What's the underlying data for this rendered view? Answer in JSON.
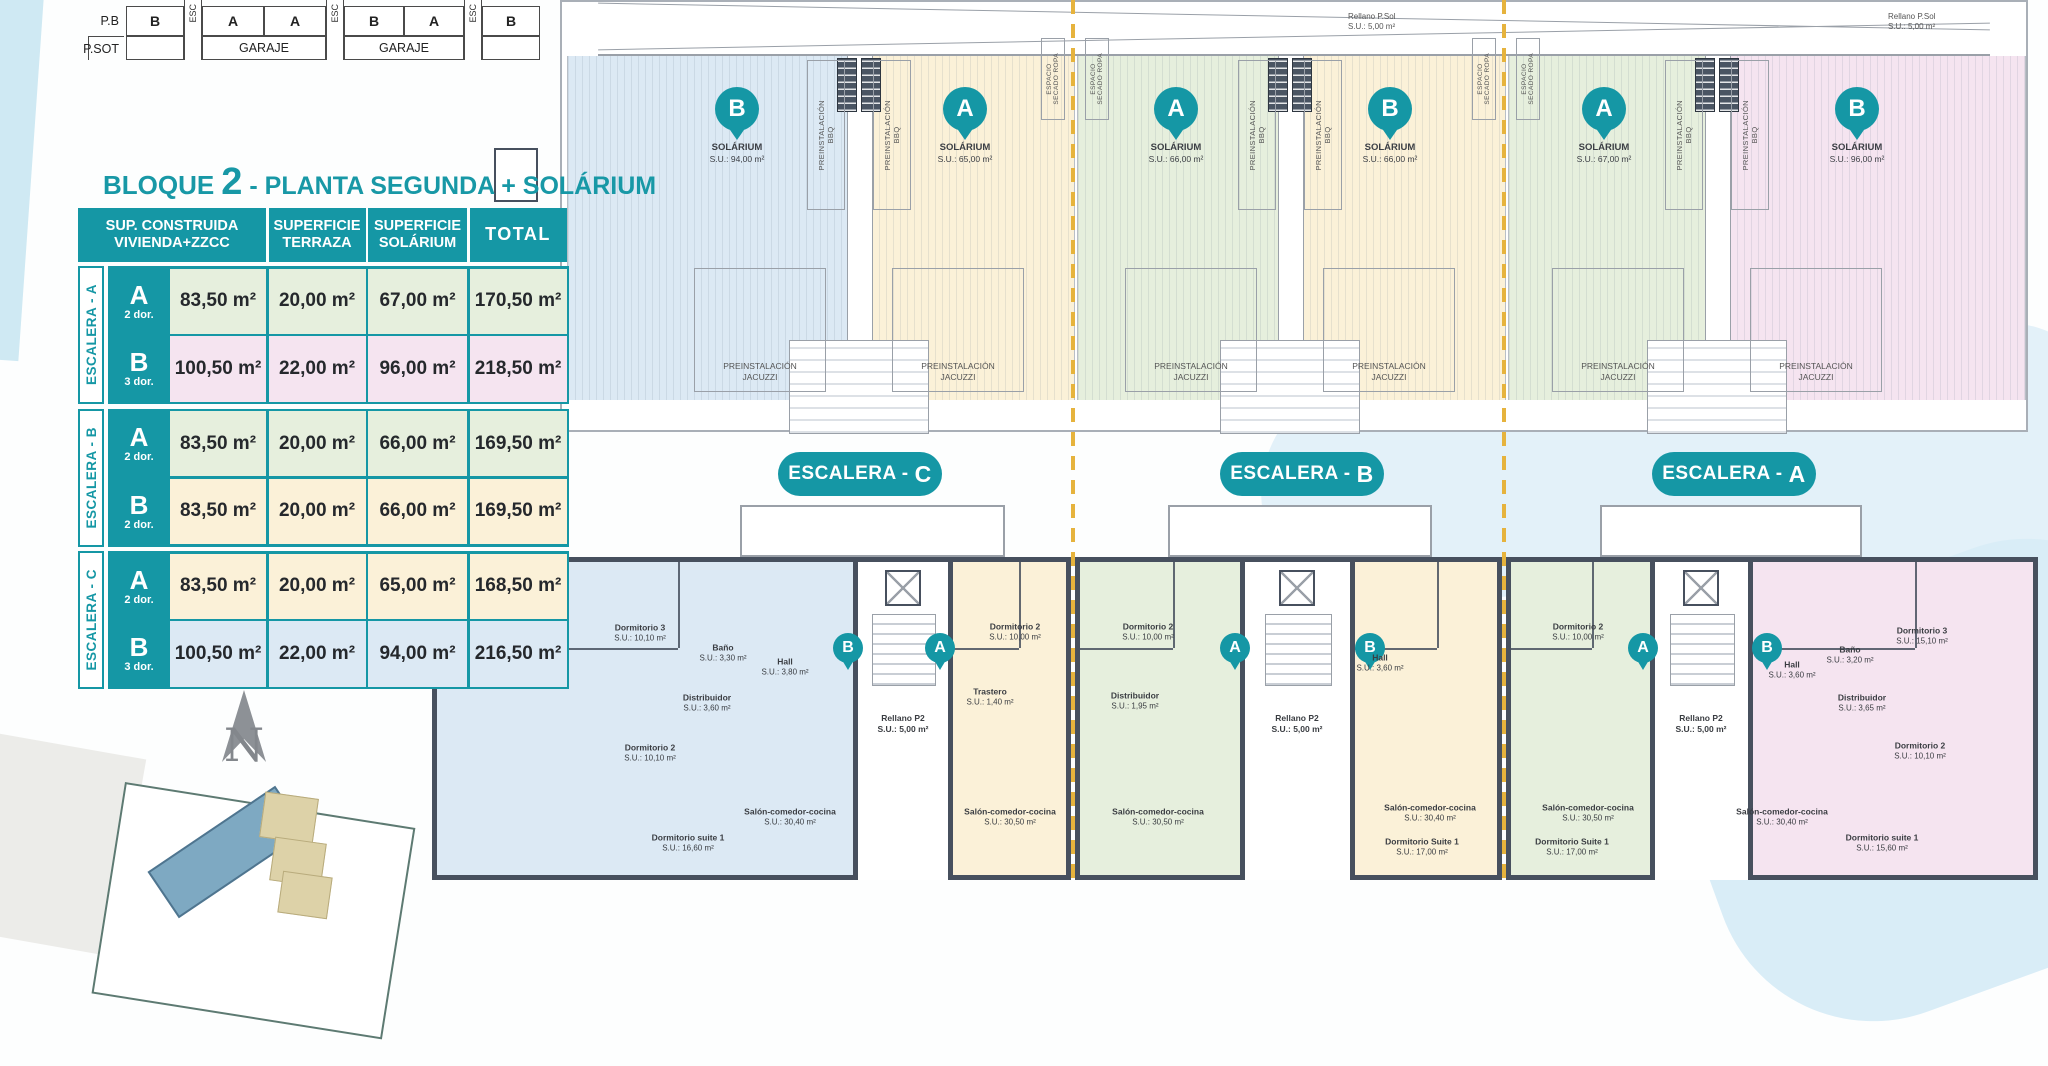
{
  "colors": {
    "teal": "#1597a5",
    "wall": "#47505e",
    "joint_dash": "#e6b33d",
    "zone_blue": "#dce9f4",
    "zone_cream": "#fbf1d8",
    "zone_green": "#e6efdd",
    "zone_pink": "#f5e4f0"
  },
  "top_schematic": {
    "row_labels": [
      "P.B",
      "P.SOT"
    ],
    "pb_cells": [
      "B",
      "A",
      "A",
      "B",
      "A",
      "B"
    ],
    "esc": "ESC",
    "garaje": "GARAJE"
  },
  "areas_table": {
    "title": {
      "prefix": "BLOQUE",
      "number": "2",
      "suffix": "- PLANTA SEGUNDA + SOLÁRIUM"
    },
    "headers": [
      "SUP. CONSTRUIDA\nVIVIENDA+ZZCC",
      "SUPERFICIE\nTERRAZA",
      "SUPERFICIE\nSOLÁRIUM",
      "TOTAL"
    ],
    "groups": [
      {
        "name": "ESCALERA - A",
        "rows": [
          {
            "unit": "A",
            "dorms": "2 dor.",
            "values": [
              "83,50 m²",
              "20,00 m²",
              "67,00 m²",
              "170,50 m²"
            ]
          },
          {
            "unit": "B",
            "dorms": "3 dor.",
            "values": [
              "100,50 m²",
              "22,00 m²",
              "96,00 m²",
              "218,50 m²"
            ]
          }
        ]
      },
      {
        "name": "ESCALERA - B",
        "rows": [
          {
            "unit": "A",
            "dorms": "2 dor.",
            "values": [
              "83,50 m²",
              "20,00 m²",
              "66,00 m²",
              "169,50 m²"
            ]
          },
          {
            "unit": "B",
            "dorms": "2 dor.",
            "values": [
              "83,50 m²",
              "20,00 m²",
              "66,00 m²",
              "169,50 m²"
            ]
          }
        ]
      },
      {
        "name": "ESCALERA - C",
        "rows": [
          {
            "unit": "A",
            "dorms": "2 dor.",
            "values": [
              "83,50 m²",
              "20,00 m²",
              "65,00 m²",
              "168,50 m²"
            ]
          },
          {
            "unit": "B",
            "dorms": "3 dor.",
            "values": [
              "100,50 m²",
              "22,00 m²",
              "94,00 m²",
              "216,50 m²"
            ]
          }
        ]
      }
    ]
  },
  "compass": {
    "letter": "N"
  },
  "solarium_plan": {
    "zones": [
      {
        "unit": "B",
        "label": "SOLÁRIUM",
        "area": "S.U.: 94,00 m²"
      },
      {
        "unit": "A",
        "label": "SOLÁRIUM",
        "area": "S.U.: 65,00 m²"
      },
      {
        "unit": "A",
        "label": "SOLÁRIUM",
        "area": "S.U.: 66,00 m²"
      },
      {
        "unit": "B",
        "label": "SOLÁRIUM",
        "area": "S.U.: 66,00 m²"
      },
      {
        "unit": "A",
        "label": "SOLÁRIUM",
        "area": "S.U.: 67,00 m²"
      },
      {
        "unit": "B",
        "label": "SOLÁRIUM",
        "area": "S.U.: 96,00 m²"
      }
    ],
    "bbq_label": "PREINSTALACIÓN\nBBQ",
    "jacuzzi_label": "PREINSTALACIÓN\nJACUZZI",
    "secado_label": "ESPACIO\nSECADO ROPA",
    "rellano_sol": "Rellano P.Sol\nS.U.: 5,00 m²"
  },
  "floor_plan": {
    "pills": [
      {
        "text": "ESCALERA -",
        "letter": "C"
      },
      {
        "text": "ESCALERA -",
        "letter": "B"
      },
      {
        "text": "ESCALERA -",
        "letter": "A"
      }
    ],
    "rellano": "Rellano P2\nS.U.: 5,00 m²",
    "stairs": [
      {
        "left_pin": "B",
        "right_pin": "A"
      },
      {
        "left_pin": "A",
        "right_pin": "B"
      },
      {
        "left_pin": "A",
        "right_pin": "B"
      }
    ],
    "apartments": [
      {
        "unit": "B",
        "rooms": [
          {
            "n": "Dormitorio 3",
            "a": "S.U.: 10,10 m²"
          },
          {
            "n": "Baño",
            "a": "S.U.: 3,30 m²"
          },
          {
            "n": "Hall",
            "a": "S.U.: 3,80 m²"
          },
          {
            "n": "Distribuidor",
            "a": "S.U.: 3,60 m²"
          },
          {
            "n": "Dormitorio 2",
            "a": "S.U.: 10,10 m²"
          },
          {
            "n": "Dormitorio suite 1",
            "a": "S.U.: 16,60 m²"
          },
          {
            "n": "Salón-comedor-cocina",
            "a": "S.U.: 30,40 m²"
          }
        ]
      },
      {
        "unit": "A",
        "rooms": [
          {
            "n": "Dormitorio 2",
            "a": "S.U.: 10,00 m²"
          },
          {
            "n": "Trastero",
            "a": "S.U.: 1,40 m²"
          },
          {
            "n": "Salón-comedor-cocina",
            "a": "S.U.: 30,50 m²"
          }
        ]
      },
      {
        "unit": "A",
        "rooms": [
          {
            "n": "Dormitorio 2",
            "a": "S.U.: 10,00 m²"
          },
          {
            "n": "Distribuidor",
            "a": "S.U.: 1,95 m²"
          },
          {
            "n": "Salón-comedor-cocina",
            "a": "S.U.: 30,50 m²"
          }
        ]
      },
      {
        "unit": "B",
        "rooms": [
          {
            "n": "Hall",
            "a": "S.U.: 3,60 m²"
          },
          {
            "n": "Salón-comedor-cocina",
            "a": "S.U.: 30,40 m²"
          },
          {
            "n": "Dormitorio Suite 1",
            "a": "S.U.: 17,00 m²"
          }
        ]
      },
      {
        "unit": "A",
        "rooms": [
          {
            "n": "Dormitorio 2",
            "a": "S.U.: 10,00 m²"
          },
          {
            "n": "Salón-comedor-cocina",
            "a": "S.U.: 30,50 m²"
          },
          {
            "n": "Dormitorio Suite 1",
            "a": "S.U.: 17,00 m²"
          }
        ]
      },
      {
        "unit": "B",
        "rooms": [
          {
            "n": "Dormitorio 3",
            "a": "S.U.: 15,10 m²"
          },
          {
            "n": "Baño",
            "a": "S.U.: 3,20 m²"
          },
          {
            "n": "Hall",
            "a": "S.U.: 3,60 m²"
          },
          {
            "n": "Distribuidor",
            "a": "S.U.: 3,65 m²"
          },
          {
            "n": "Dormitorio 2",
            "a": "S.U.: 10,10 m²"
          },
          {
            "n": "Dormitorio suite 1",
            "a": "S.U.: 15,60 m²"
          },
          {
            "n": "Salón-comedor-cocina",
            "a": "S.U.: 30,40 m²"
          }
        ]
      }
    ]
  }
}
